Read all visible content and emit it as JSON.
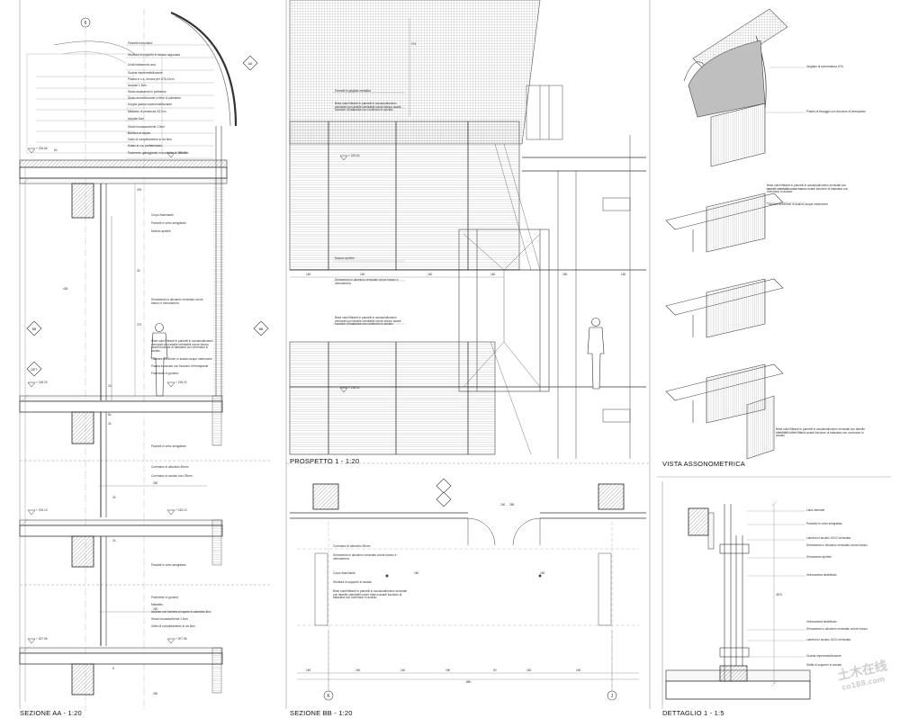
{
  "titles": {
    "sezione_aa": "SEZIONE AA - 1:20",
    "prospetto": "PROSPETTO 1 - 1:20",
    "sezione_bb": "SEZIONE BB - 1:20",
    "vista": "VISTA ASSONOMETRICA",
    "dettaglio": "DETTAGLIO 1 - 1:5"
  },
  "section_aa_notes": [
    "Pannelli fotovoltaici",
    "Struttura di supporto in acciaio sagomata",
    "Unità trattamento aria",
    "Guaina impermeabilizzante",
    "Piastra in c.a. di base per UTA 10cm",
    "Isolante 1.5cm",
    "Strato separatore in poliestere",
    "Strato ammortizzante in fibre di poliestere",
    "Doppia guaina impermeabilizzante",
    "Massetto di pendenza 5/17cm",
    "Isolante 8cm",
    "Strato fonoassorbente 1.5cm",
    "Barriera al vapore",
    "Getto di completamento in cls 8cm",
    "Solaio in c.a. prefabbricato",
    "Pavimento galleggiante in quadrotte di cemento",
    "Corpo illuminante",
    "Pannelli in vetro serigrafato",
    "Modulo apribile",
    "Serramento in alluminio verniciato colore bianco e vetrocamera",
    "Brise soleil filtranti in pannelli in acciaio/alluminio verniciati con lamelle orientabili colore bianco avanti funzione di balaustra con corrimano in acciaio",
    "Tubolare 80x40mm in acciaio acque meteoriche",
    "Piastra in acciaio con funzione di fermapiede",
    "Pavimento in gomma",
    "Pannelli in vetro serigrafato",
    "Corrimano in alluminio 50mm",
    "Corrimano in acciaio inox 25mm",
    "Pannelli in vetro serigrafato",
    "Pavimento in gomma",
    "Massetto",
    "Isolante con barriera al vapore in alluminio 8cm",
    "Strato fonoassorbente 1.5cm",
    "Getto di completamento in cls 8cm"
  ],
  "prospetto_notes": [
    "Pannelli in grigliato metallico",
    "Brise soleil filtranti in pannelli in acciaio/alluminio verniciati con lamelle orientabili colore bianco avanti funzione di balaustra con corrimano in acciaio",
    "Modulo apribile",
    "Serramento in alluminio verniciato colore bianco e vetrocamera",
    "Brise soleil filtranti in pannelli in acciaio/alluminio verniciati con lamelle orientabili colore bianco avanti funzione di balaustra con corrimano in acciaio"
  ],
  "sezione_bb_notes": [
    "Corrimano in alluminio 50mm",
    "Serramento in alluminio verniciato colore bianco e vetrocamera",
    "Corpo illuminante",
    "Struttura di supporto in acciaio",
    "Brise soleil filtranti in pannelli in acciaio/alluminio verniciati con lamelle orientabili colore bianco avanti funzione di balaustra con corrimano in acciaio"
  ],
  "vista_notes": [
    "Grigliato di schermatura UTA",
    "Piastra di fissaggio con funzione di fermapiede",
    "Brise soleil filtranti in pannelli in acciaio/alluminio verniciati con lamelle orientabili colore bianco avanti funzione di balaustra con corrimano in acciaio",
    "Tubolare 80x40mm di scarico acque meteoriche",
    "Brise soleil filtranti in pannelli in acciaio/alluminio verniciati con lamelle orientabili colore bianco avanti funzione di balaustra con corrimano in acciaio"
  ],
  "dettaglio_notes": [
    "Lana minerale",
    "Pannello in vetro serigrafato",
    "Lamiera in acciaio 10/10 verniciata",
    "Serramento in alluminio verniciato colore bianco",
    "Serramento apribile",
    "Vetrocamera stratificato",
    "Vetrocamera stratificato",
    "Serramento in alluminio verniciato colore bianco",
    "Lamiera in acciaio 10/10 verniciata",
    "Guaina impermeabilizzante",
    "Staffa di supporto in acciaio"
  ],
  "levels": {
    "aa": [
      "+ 225.66",
      "+ 220.63",
      "+ 218.29",
      "+ 218.22",
      "+ 215.13",
      "+ 215.13",
      "+ 207.96",
      "+ 207.96"
    ],
    "prospetto": [
      "+ 225.63",
      "+ 218.22"
    ]
  },
  "dimensions": {
    "aa": [
      "60",
      "200",
      "24",
      "428",
      "30",
      "270",
      "84",
      "24",
      "260",
      "30",
      "24",
      "260",
      "5",
      "260"
    ],
    "prospetto": [
      "274",
      "160",
      "160",
      "160",
      "160",
      "150",
      "150"
    ],
    "bb": [
      "150",
      "285",
      "160",
      "160",
      "160",
      "180",
      "60",
      "160",
      "160",
      "860",
      "160",
      "160"
    ],
    "dettaglio": [
      "4670"
    ]
  },
  "grid_marks": {
    "aa_axis": "6",
    "bb_left": "K",
    "bb_right": "J",
    "tag_a_top": "AA",
    "tag_a_mid": "BB",
    "tag_a_mid2": "SEZIONE",
    "tag_det": "DET",
    "tag_num": "1"
  },
  "watermark": {
    "brand": "土木在线",
    "url": "co188.com"
  }
}
